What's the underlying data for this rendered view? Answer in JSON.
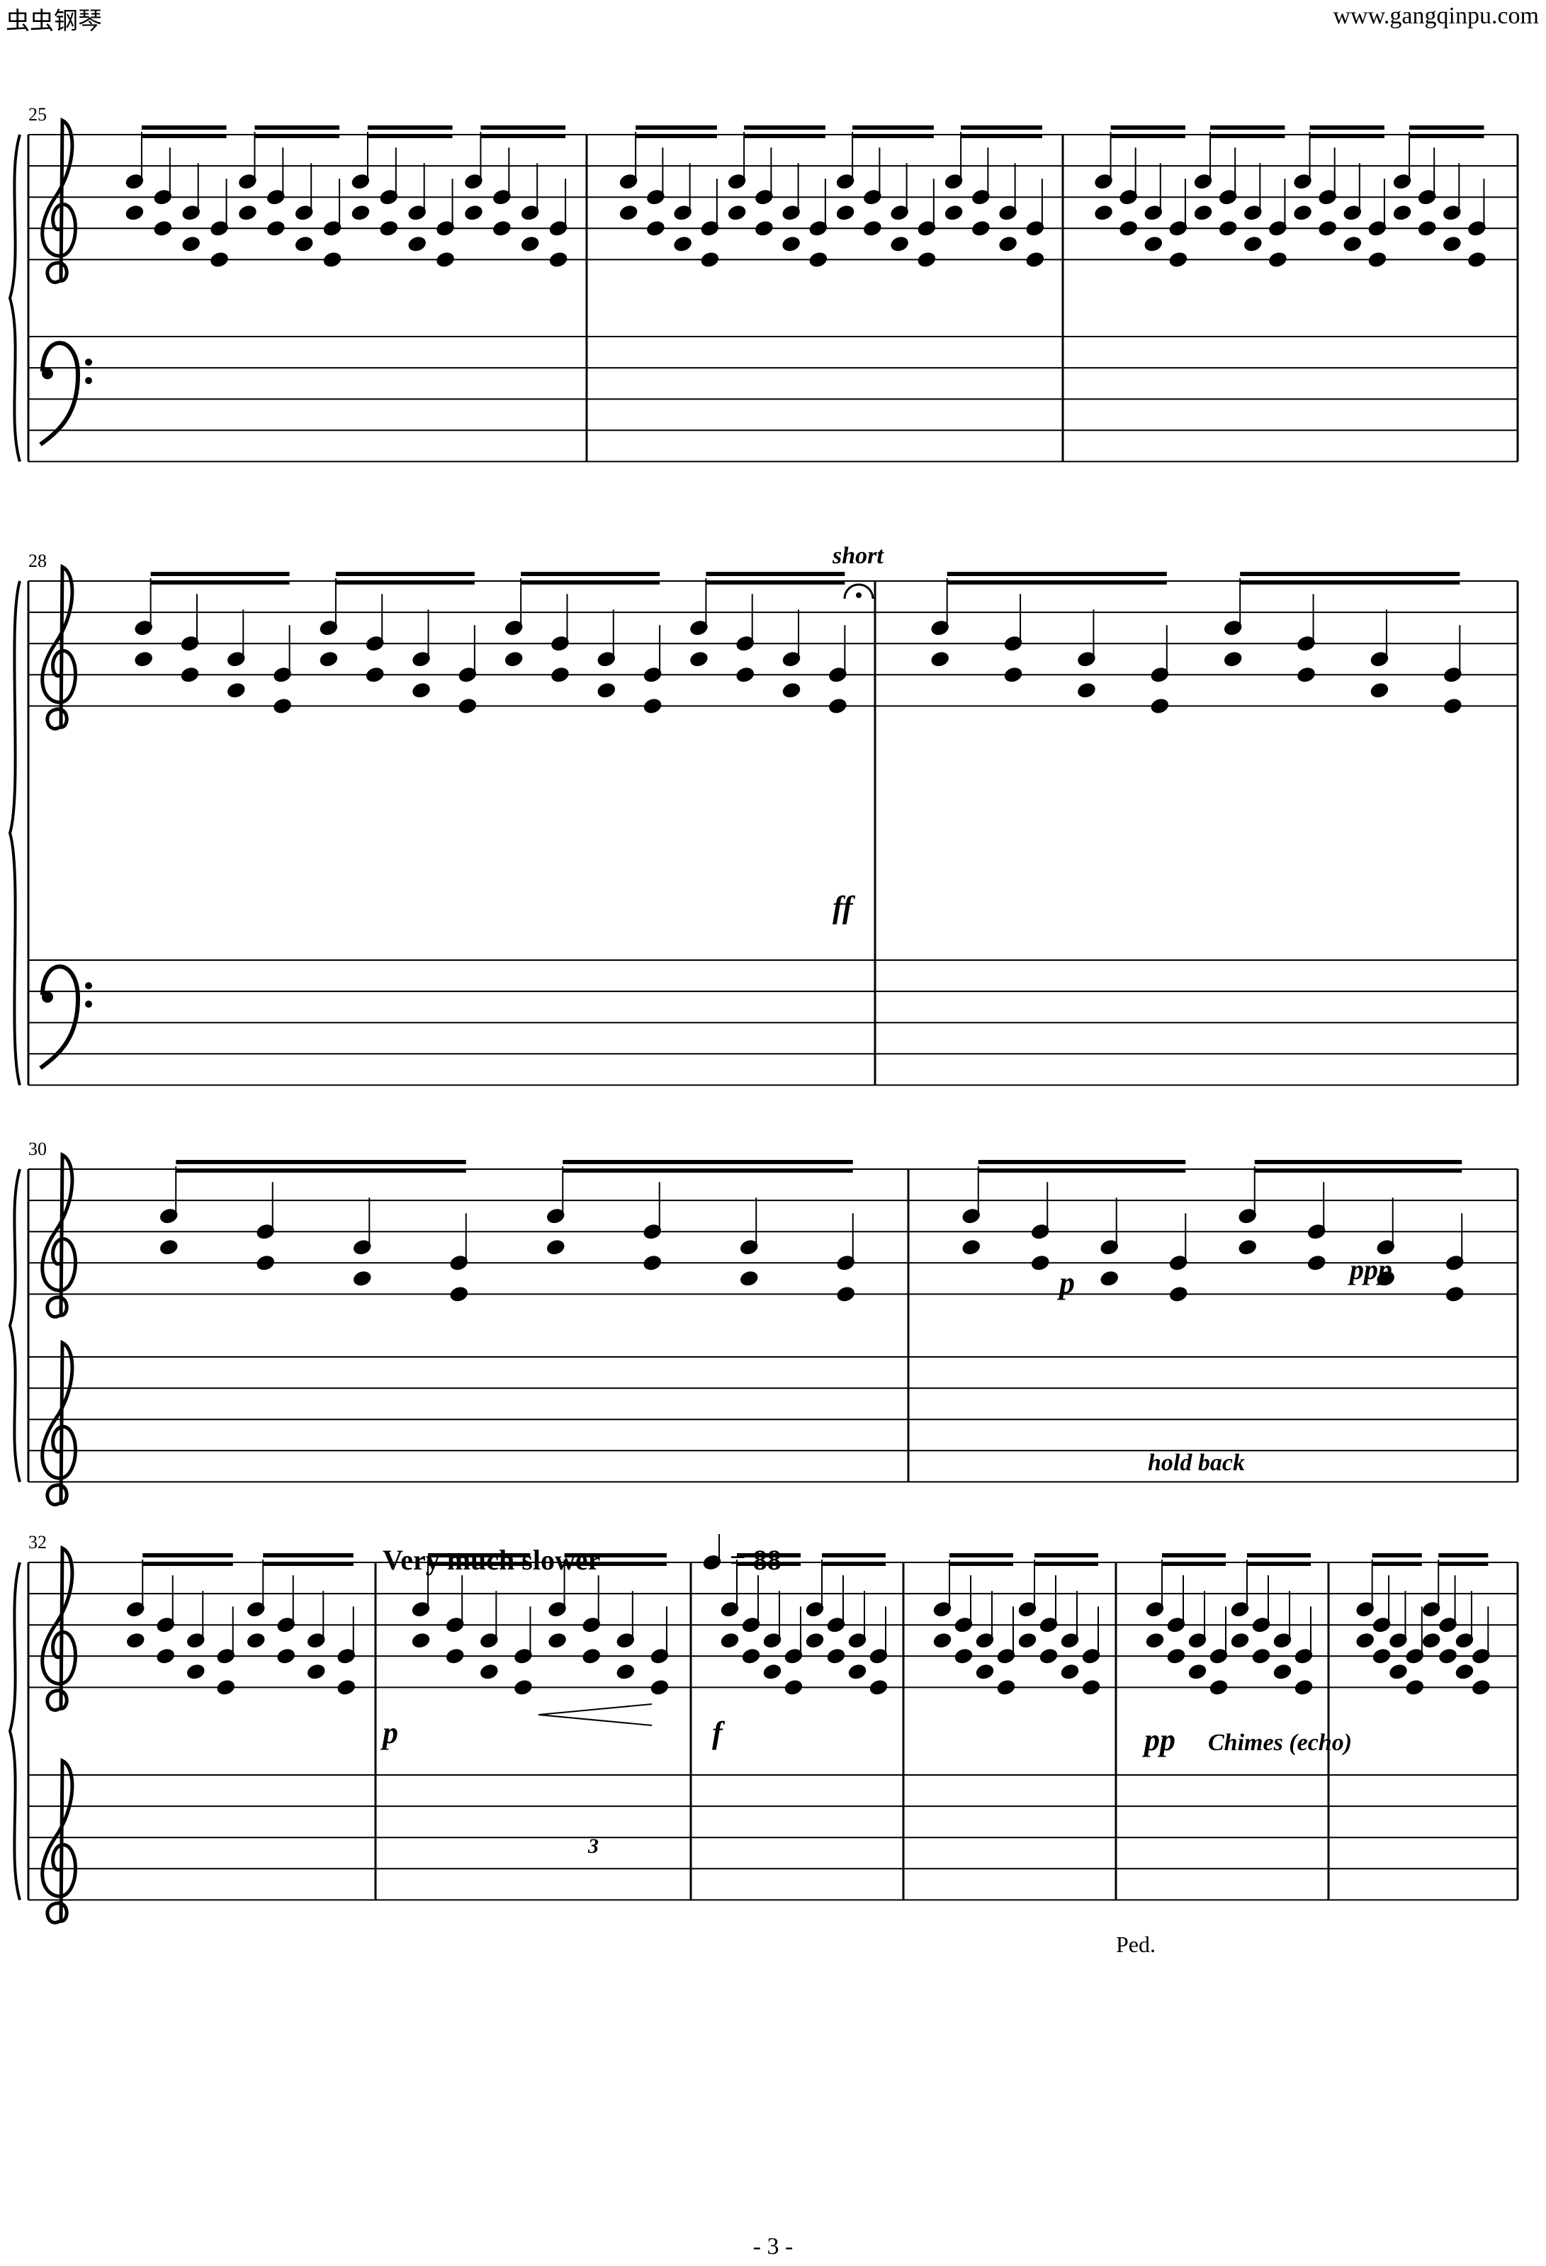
{
  "header": {
    "site_name": "虫虫钢琴",
    "site_url": "www.gangqinpu.com"
  },
  "page_number": "- 3 -",
  "systems": [
    {
      "measure_number": "25",
      "annotations": []
    },
    {
      "measure_number": "28",
      "annotations": [
        {
          "id": "short",
          "text": "short"
        },
        {
          "id": "ff",
          "text": "ff"
        }
      ]
    },
    {
      "measure_number": "30",
      "annotations": [
        {
          "id": "p",
          "text": "p"
        },
        {
          "id": "ppp",
          "text": "ppp"
        },
        {
          "id": "hold",
          "text": "hold back"
        }
      ]
    },
    {
      "measure_number": "32",
      "annotations": [
        {
          "id": "tempo",
          "text": "Very much slower"
        },
        {
          "id": "mm",
          "text": "= 88"
        },
        {
          "id": "p2",
          "text": "p"
        },
        {
          "id": "f",
          "text": "f"
        },
        {
          "id": "pp",
          "text": "pp"
        },
        {
          "id": "chimes",
          "text": "Chimes (echo)"
        },
        {
          "id": "triplet",
          "text": "3"
        },
        {
          "id": "ped",
          "text": "Ped."
        }
      ]
    }
  ]
}
